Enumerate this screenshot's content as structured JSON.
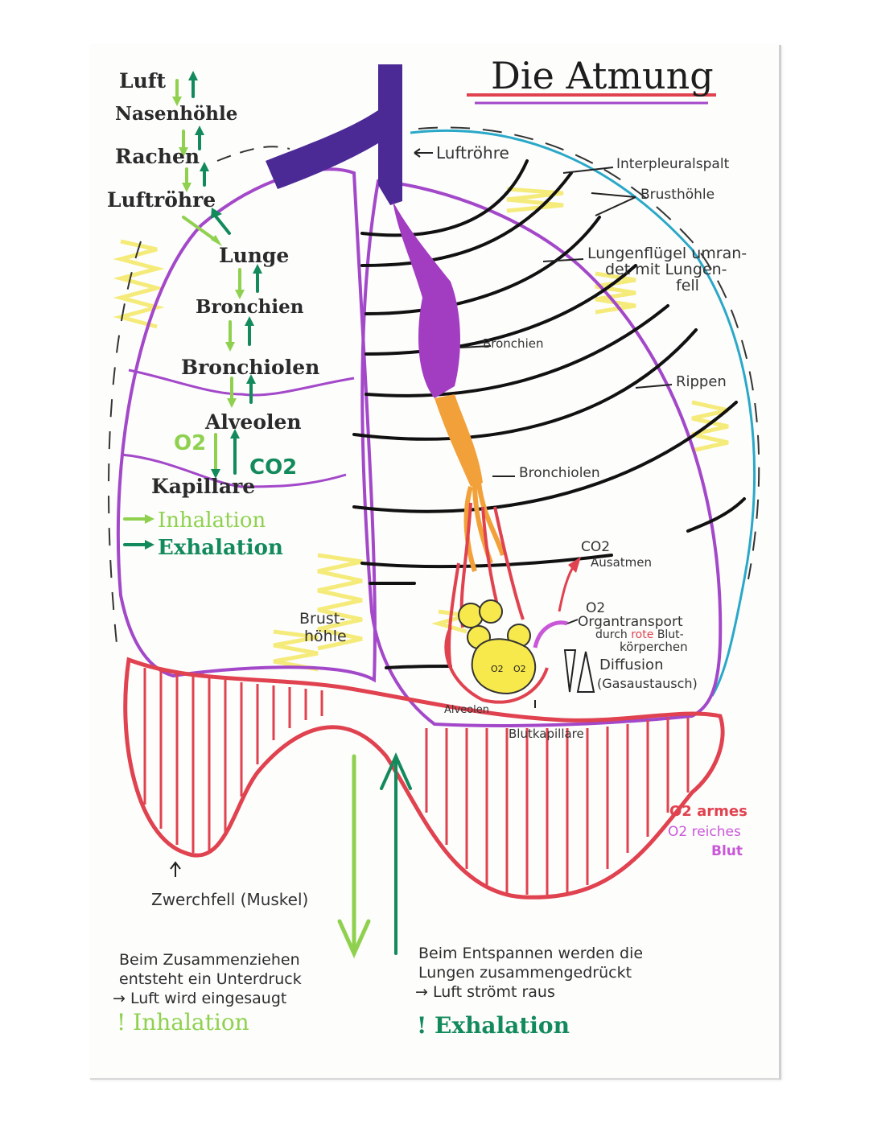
{
  "title": "Die Atmung",
  "flow_chain": [
    "Luft",
    "Nasenhöhle",
    "Rachen",
    "Luftröhre",
    "Lunge",
    "Bronchien",
    "Bronchiolen",
    "Alveolen",
    "Kapillare"
  ],
  "gas_exchange": {
    "o2": "O2",
    "co2": "CO2"
  },
  "legend_arrows": {
    "inhalation": "Inhalation",
    "exhalation": "Exhalation"
  },
  "labels": {
    "trachea": "Luftröhre",
    "interpleural": "Interpleuralspalt",
    "chest_cavity_right": "Brusthöhle",
    "lung_wing": [
      "Lungenflügel umran-",
      "det mit Lungen-",
      "fell"
    ],
    "bronchi": "Bronchien",
    "ribs": "Rippen",
    "bronchioles": "Bronchiolen",
    "co2_out": [
      "CO2",
      "Ausatmen"
    ],
    "o2_transport": [
      "O2",
      "Organtransport",
      "durch",
      "rote",
      "Blut-",
      "körperchen"
    ],
    "diffusion": [
      "Diffusion",
      "(Gasaustausch)"
    ],
    "alveoli": "Alveolen",
    "capillary": "Blutkapillare",
    "chest_cavity_left": [
      "Brust-",
      "höhle"
    ],
    "diaphragm": "Zwerchfell (Muskel)",
    "o2_tag_a": "O2",
    "o2_tag_b": "O2"
  },
  "blood_legend": {
    "poor": "O2 armes",
    "rich": "O2 reiches",
    "blood": "Blut"
  },
  "inhale_note": [
    "Beim Zusammenziehen",
    "entsteht ein Unterdruck",
    "→ Luft wird eingesaugt"
  ],
  "inhale_tag": "! Inhalation",
  "exhale_note": [
    "Beim Entspannen werden die",
    "Lungen zusammengedrückt",
    "→ Luft strömt raus"
  ],
  "exhale_tag": "! Exhalation",
  "colors": {
    "lung_outline": "#a348c9",
    "trachea": "#4b2a96",
    "bronchi": "#a23dc2",
    "bronchioles": "#f2a13a",
    "diaphragm": "#e0424f",
    "light_green": "#8fd14f",
    "dark_green": "#138a5c",
    "yellow": "#f5eb7a",
    "pleura": "#2aa8c8",
    "red": "#e0424f",
    "pink": "#c957d8"
  }
}
